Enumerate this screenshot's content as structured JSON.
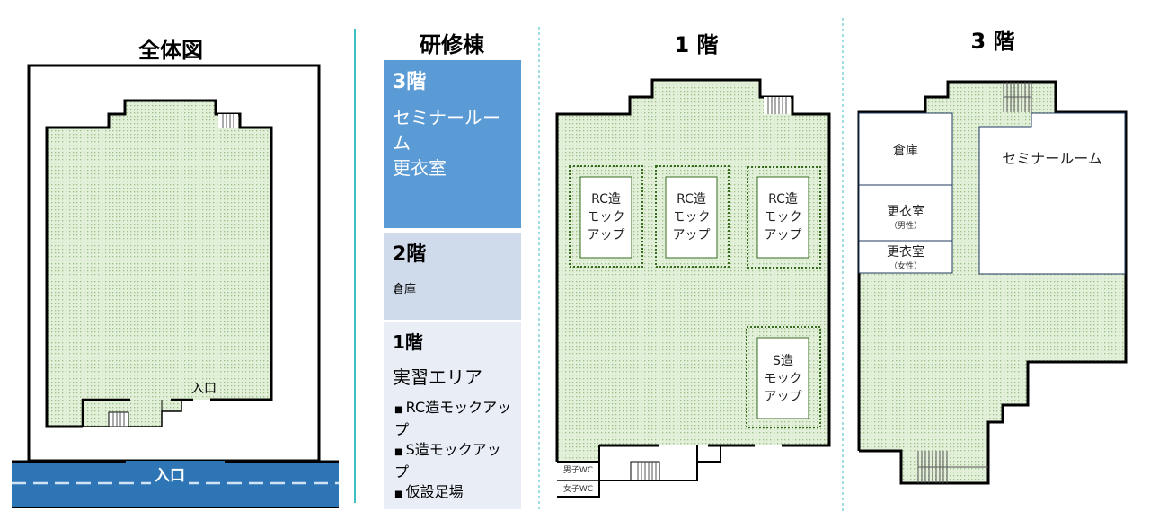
{
  "overview": {
    "title": "全体図",
    "entrance_label": "入口",
    "road_entrance_label": "入口"
  },
  "building": {
    "title": "研修棟",
    "floors": [
      {
        "name": "3階",
        "desc_lines": [
          "セミナールーム",
          "更衣室"
        ],
        "color": "#5b9bd5"
      },
      {
        "name": "2階",
        "desc_lines": [
          "倉庫"
        ],
        "color": "#cfdaeb"
      },
      {
        "name": "1階",
        "desc_lines": [
          "実習エリア"
        ],
        "bullets": [
          "RC造モックアップ",
          "S造モックアップ",
          "仮設足場"
        ],
        "color": "#e8edf6"
      }
    ]
  },
  "floor1": {
    "title": "1 階",
    "mockups": [
      {
        "lines": [
          "RC造",
          "モック",
          "アップ"
        ]
      },
      {
        "lines": [
          "RC造",
          "モック",
          "アップ"
        ]
      },
      {
        "lines": [
          "RC造",
          "モック",
          "アップ"
        ]
      },
      {
        "lines": [
          "S造",
          "モック",
          "アップ"
        ]
      }
    ],
    "wc_male": "男子WC",
    "wc_female": "女子WC"
  },
  "floor3": {
    "title": "3 階",
    "rooms": {
      "storage": "倉庫",
      "seminar": "セミナールーム",
      "locker_male": "更衣室",
      "locker_male_sub": "（男性）",
      "locker_female": "更衣室",
      "locker_female_sub": "（女性）"
    }
  },
  "colors": {
    "floor_fill": "#dcebd0",
    "road": "#2e75b6",
    "divider": "#3fbfbf"
  }
}
